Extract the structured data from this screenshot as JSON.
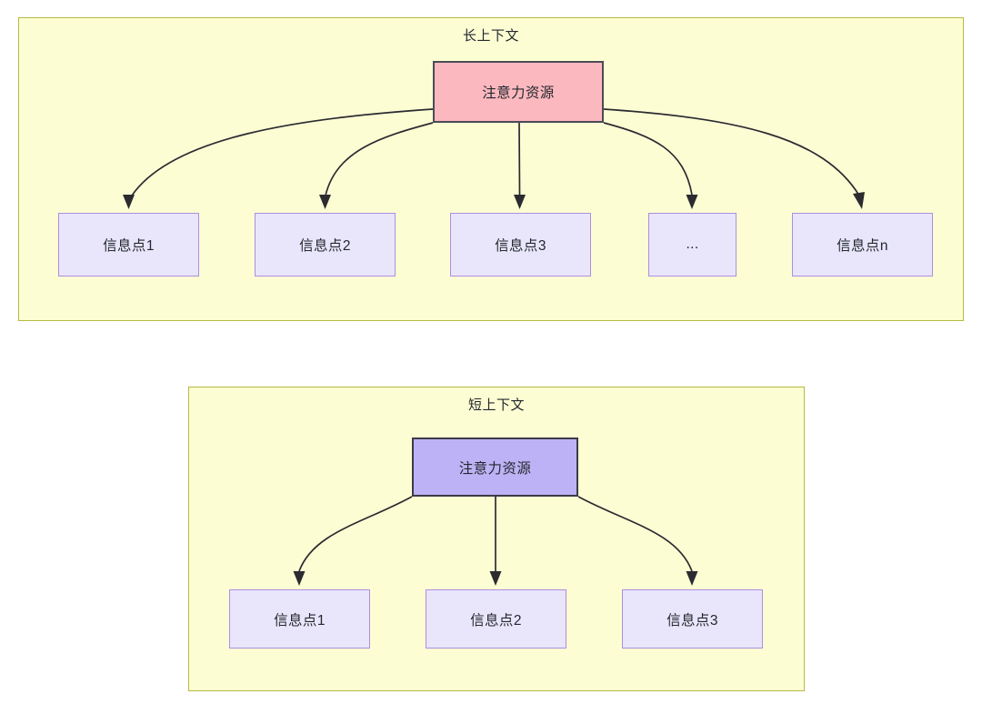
{
  "diagram": {
    "type": "flow-diagram",
    "background": "#ffffff",
    "colors": {
      "panel_fill": "#fdfdd4",
      "panel_border": "#b5ba3f",
      "attention_long_fill": "#fbb8bf",
      "attention_long_border": "#4b4b55",
      "attention_short_fill": "#bdb2f5",
      "attention_short_border": "#3b3b47",
      "info_fill": "#e9e6fc",
      "info_border": "#ab8ee0",
      "edge_stroke": "#2b2b30",
      "text": "#23282e"
    },
    "panels": [
      {
        "id": "long-context",
        "title": "长上下文",
        "root": {
          "label": "注意力资源"
        },
        "leaves": [
          {
            "label": "信息点1"
          },
          {
            "label": "信息点2"
          },
          {
            "label": "信息点3"
          },
          {
            "label": "..."
          },
          {
            "label": "信息点n"
          }
        ]
      },
      {
        "id": "short-context",
        "title": "短上下文",
        "root": {
          "label": "注意力资源"
        },
        "leaves": [
          {
            "label": "信息点1"
          },
          {
            "label": "信息点2"
          },
          {
            "label": "信息点3"
          }
        ]
      }
    ]
  }
}
